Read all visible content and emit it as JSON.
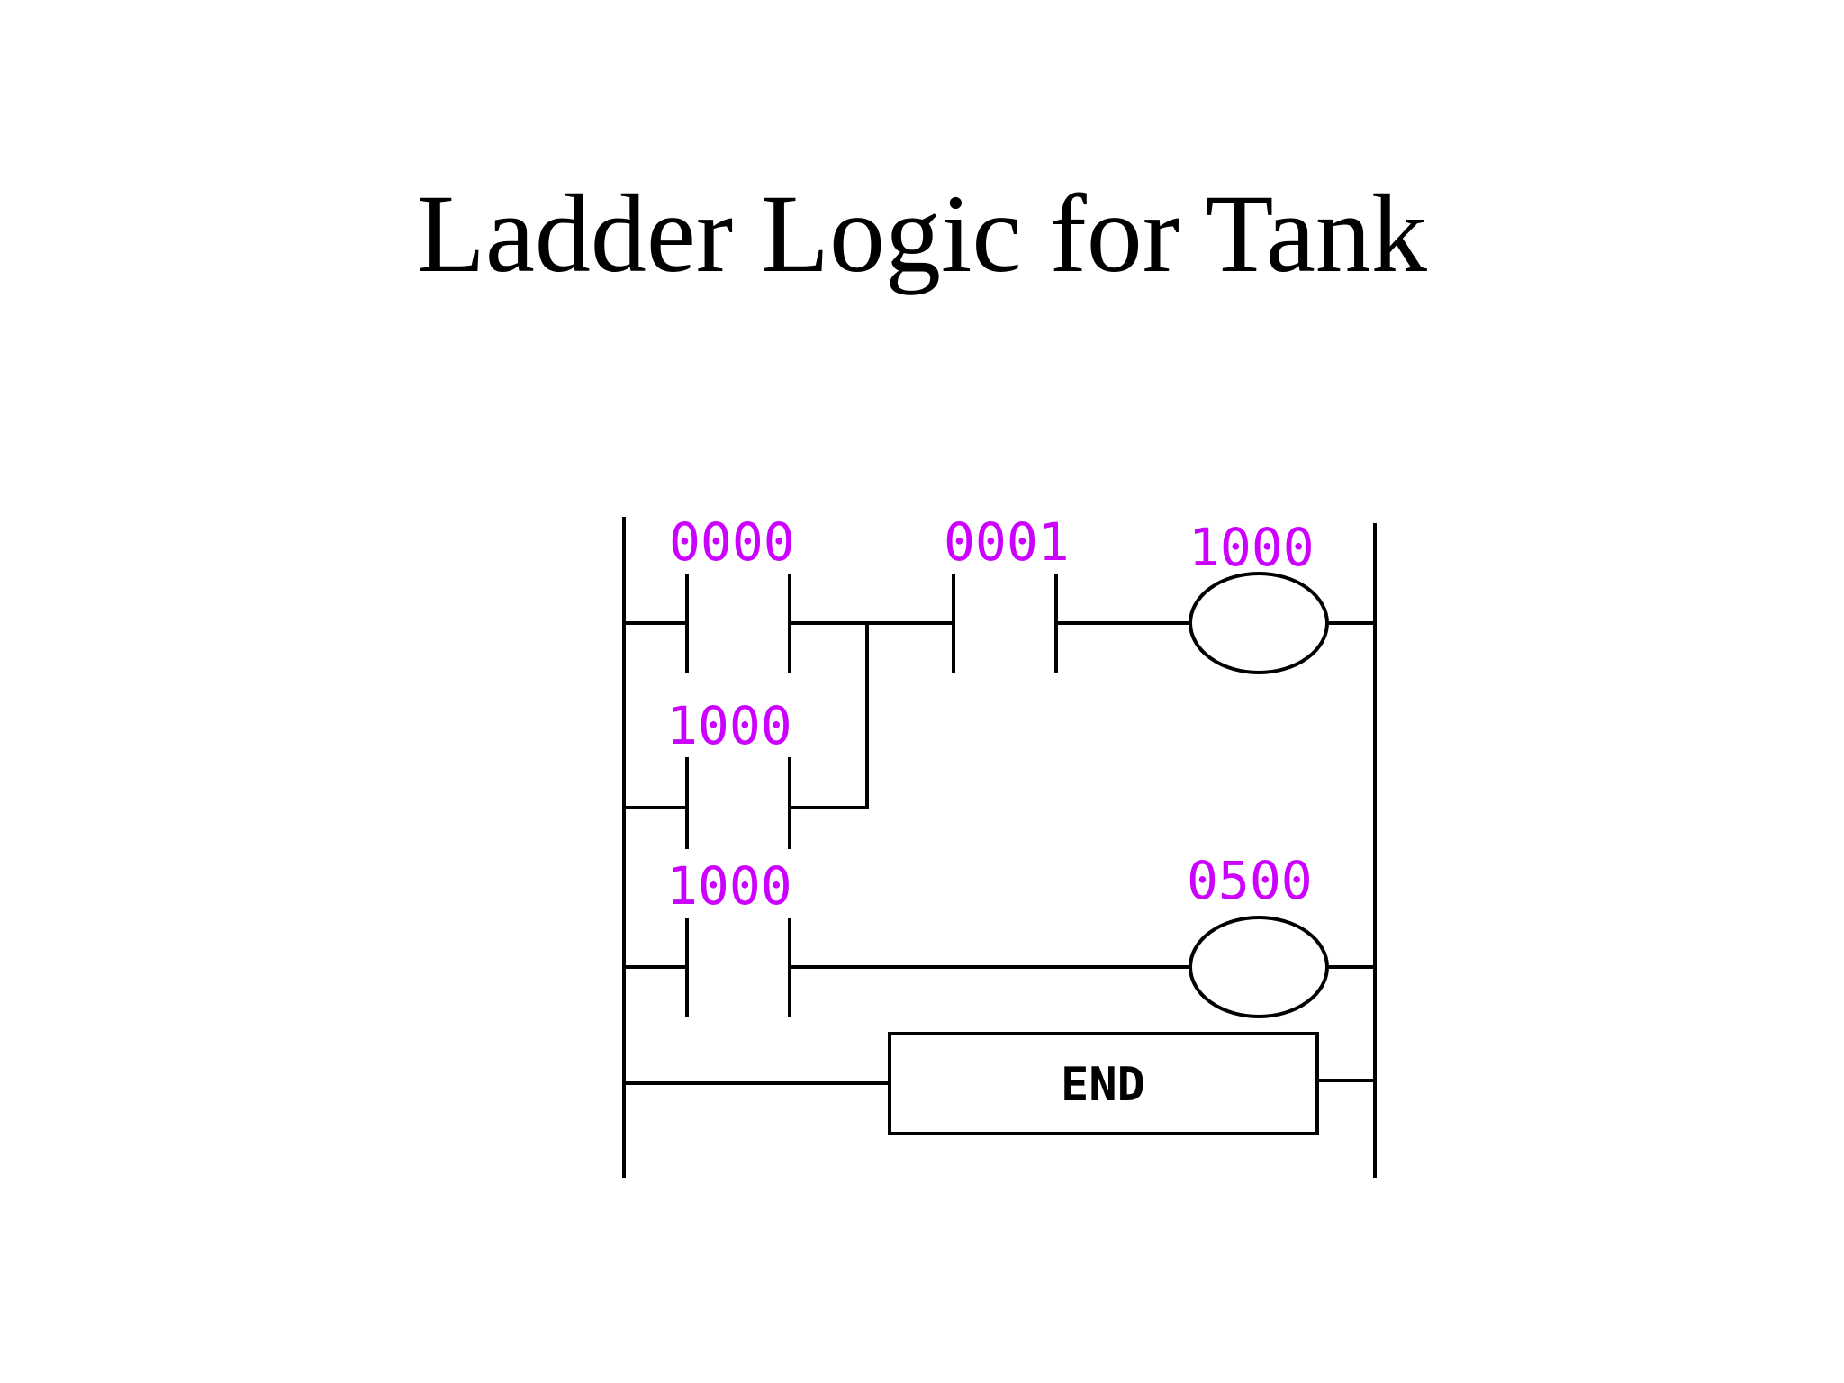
{
  "title": "Ladder Logic for Tank",
  "colors": {
    "address": "#cc00ff",
    "wire": "#000000",
    "background": "#ffffff"
  },
  "rungs": [
    {
      "contacts": [
        "0000",
        "0001"
      ],
      "branch_contact": "1000",
      "coil": "1000"
    },
    {
      "contacts": [
        "1000"
      ],
      "coil": "0500"
    },
    {
      "instruction": "END"
    }
  ]
}
